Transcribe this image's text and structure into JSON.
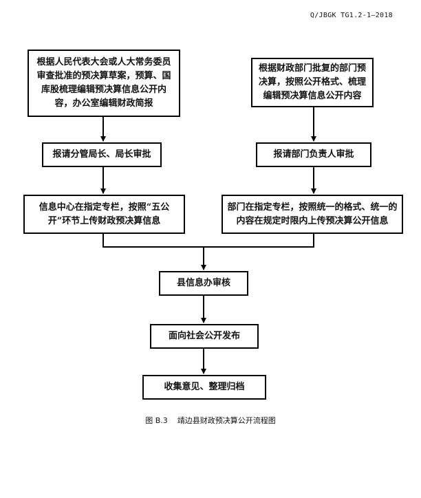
{
  "header": {
    "doc_code": "Q/JBGK TG1.2-1—2018"
  },
  "flow": {
    "left_1": "根据人民代表大会或人大常务委员审查批准的预决算草案，预算、国库股梳理编辑预决算信息公开内容，办公室编辑财政简报",
    "left_2": "报请分管局长、局长审批",
    "left_3": "信息中心在指定专栏，按照“五公开”环节上传财政预决算信息",
    "right_1": "根据财政部门批复的部门预决算，按照公开格式、梳理编辑预决算信息公开内容",
    "right_2": "报请部门负责人审批",
    "right_3": "部门在指定专栏，按照统一的格式、统一的内容在规定时限内上传预决算公开信息",
    "center_1": "县信息办审核",
    "center_2": "面向社会公开发布",
    "center_3": "收集意见、整理归档"
  },
  "caption": {
    "figure_no": "图 B.3",
    "title": "靖边县财政预决算公开流程图"
  }
}
